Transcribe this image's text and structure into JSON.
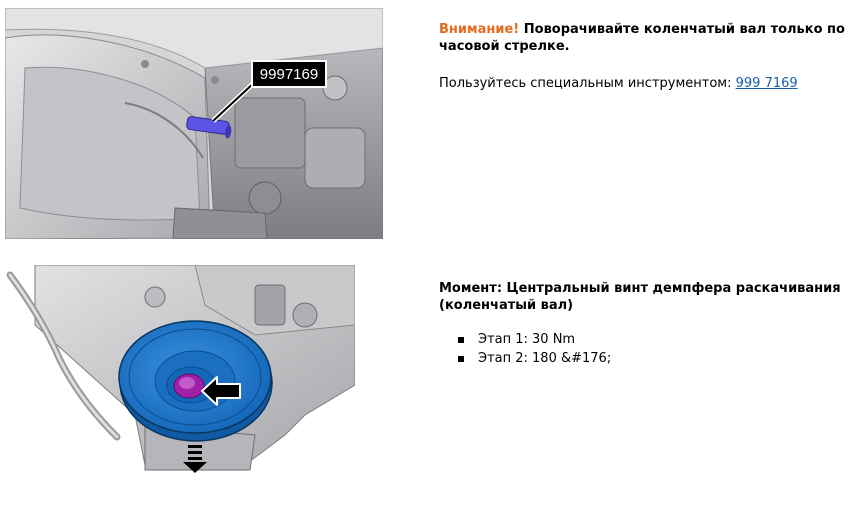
{
  "illustrations": {
    "top": {
      "tool_callout": "9997169",
      "tool_color": "#5b55e6",
      "engine_color": "#cfcfd1"
    },
    "bottom": {
      "damper_color": "#1a75c9",
      "bolt_color": "#a020a8",
      "arrow_color": "#000000"
    }
  },
  "warning": {
    "label": "Внимание!",
    "text": " Поворачивайте коленчатый вал только по часовой стрелке.",
    "tool_prefix": "Пользуйтесь специальным инструментом: ",
    "tool_link": "999 7169",
    "label_color": "#e36c1d",
    "link_color": "#1a5ea8"
  },
  "torque": {
    "title": "Момент: Центральный винт демпфера раскачивания (коленчатый вал)",
    "stages": [
      "Этап 1: 30 Nm",
      "Этап 2: 180 &#176;"
    ]
  }
}
